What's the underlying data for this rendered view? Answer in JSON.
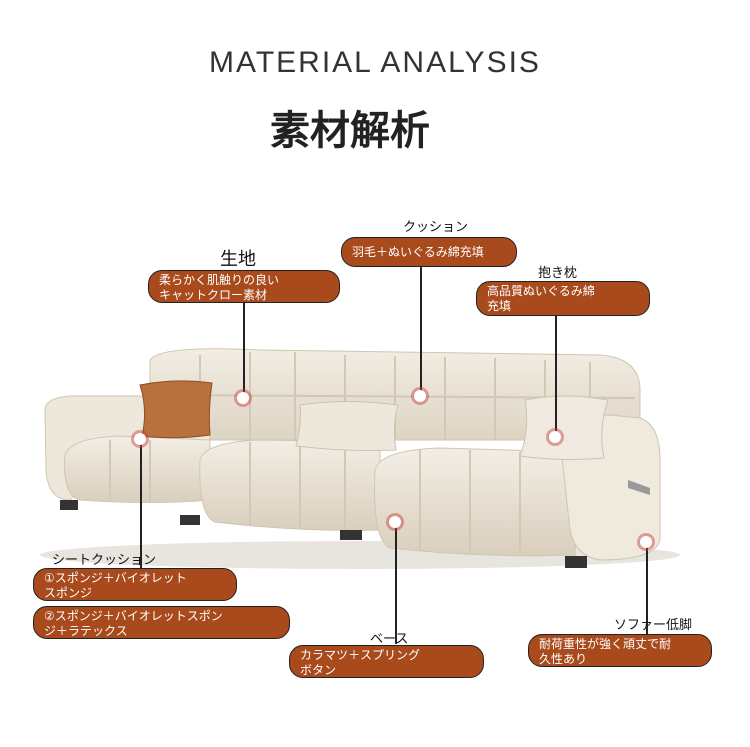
{
  "header": {
    "title_en": "MATERIAL ANALYSIS",
    "title_jp": "素材解析"
  },
  "callouts": {
    "fabric": {
      "label": "生地",
      "text_line1": "柔らかく肌触りの良い",
      "text_line2": "キャットクロー素材"
    },
    "cushion": {
      "label": "クッション",
      "text": "羽毛＋ぬいぐるみ綿充填"
    },
    "pillow": {
      "label": "抱き枕",
      "text_line1": "高品質ぬいぐるみ綿",
      "text_line2": "充填"
    },
    "seat": {
      "label": "シートクッション",
      "option1_line1": "①スポンジ＋バイオレット",
      "option1_line2": "スポンジ",
      "option2_line1": "②スポンジ＋バイオレットスポン",
      "option2_line2": "ジ＋ラテックス"
    },
    "base": {
      "label": "ベース",
      "text_line1": "カラマツ＋スプリング",
      "text_line2": "ボタン"
    },
    "legs": {
      "label": "ソファー低脚",
      "text_line1": "耐荷重性が強く頑丈で耐",
      "text_line2": "久性あり"
    }
  },
  "colors": {
    "pill": "#a84a1c",
    "sofa": "#ede6d8",
    "pillow_orange": "#b8703c"
  }
}
